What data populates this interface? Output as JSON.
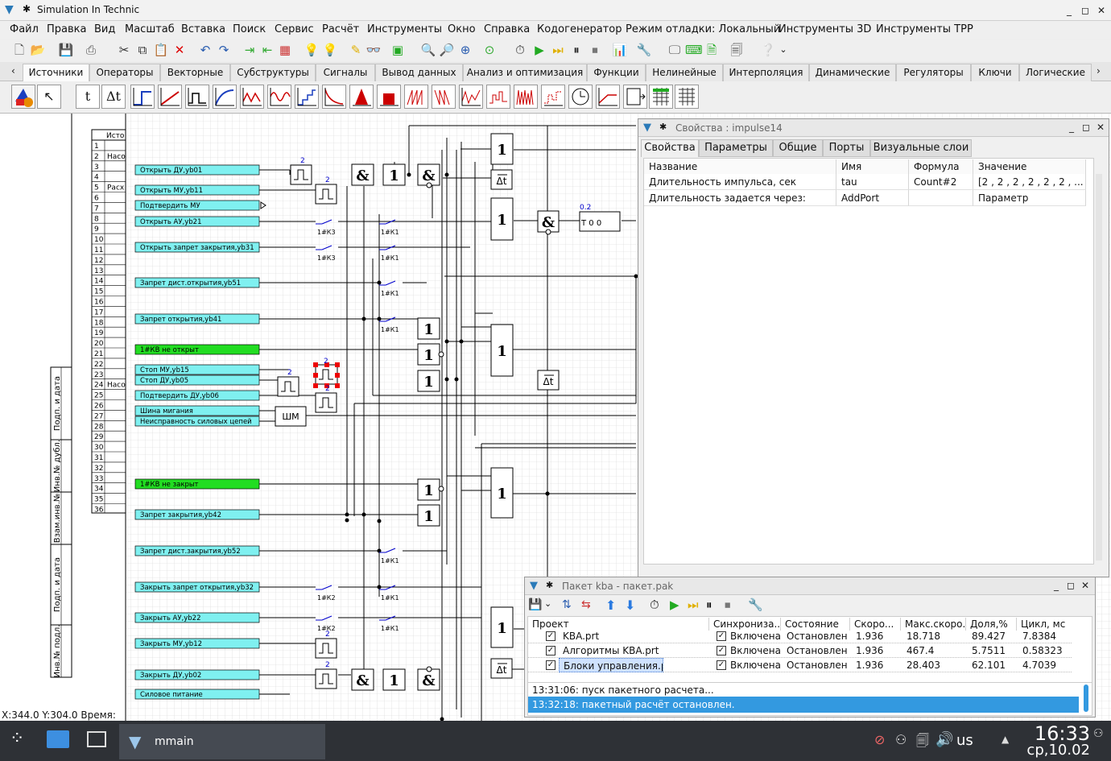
{
  "window": {
    "title": "Simulation In Technic"
  },
  "menu": [
    "Файл",
    "Правка",
    "Вид",
    "Масштаб",
    "Вставка",
    "Поиск",
    "Сервис",
    "Расчёт",
    "Инструменты",
    "Окно",
    "Справка",
    "Кодогенератор",
    "Режим отладки: Локальный",
    "Инструменты 3D",
    "Инструменты ТРР"
  ],
  "tabs": [
    "Источники",
    "Операторы",
    "Векторные",
    "Субструктуры",
    "Сигналы",
    "Вывод данных",
    "Анализ и оптимизация",
    "Функции",
    "Нелинейные",
    "Интерполяция",
    "Динамические",
    "Регуляторы",
    "Ключи",
    "Логические"
  ],
  "palette": {
    "t_label": "t",
    "dt_label": "Δt"
  },
  "schematic": {
    "row_numbers": [
      "1",
      "2",
      "3",
      "4",
      "5",
      "6",
      "7",
      "8",
      "9",
      "10",
      "11",
      "12",
      "13",
      "14",
      "15",
      "16",
      "17",
      "18",
      "19",
      "20",
      "21",
      "22",
      "23",
      "24",
      "25",
      "26",
      "27",
      "28",
      "29",
      "30",
      "31",
      "32",
      "33",
      "34",
      "35",
      "36"
    ],
    "header_text": "Исто",
    "row2_text": "Насо",
    "row5_text": "Расх",
    "row24_text": "Насо",
    "side_labels": [
      "Подп. и дата",
      "Инв.№ дубл.",
      "Взам.инв.№",
      "Подп. и дата",
      "Инв.№ подл."
    ],
    "signals": [
      {
        "text": "Открыть ДУ,уb01",
        "color": "#7ff0f0"
      },
      {
        "text": "Открыть МУ,уb11",
        "color": "#7ff0f0"
      },
      {
        "text": "Подтвердить МУ",
        "color": "#7ff0f0"
      },
      {
        "text": "Открыть АУ,уb21",
        "color": "#7ff0f0"
      },
      {
        "text": "Открыть запрет закрытия,уb31",
        "color": "#7ff0f0"
      },
      {
        "text": "Запрет дист.открытия,уb51",
        "color": "#7ff0f0"
      },
      {
        "text": "Запрет открытия,уb41",
        "color": "#7ff0f0"
      },
      {
        "text": "1#КВ не открыт",
        "color": "#22dd22"
      },
      {
        "text": "Стоп МУ,уb15",
        "color": "#7ff0f0"
      },
      {
        "text": "Стоп ДУ,уb05",
        "color": "#7ff0f0"
      },
      {
        "text": "Подтвердить ДУ,уb06",
        "color": "#7ff0f0"
      },
      {
        "text": "Шина мигания",
        "color": "#7ff0f0"
      },
      {
        "text": "Неисправность силовых цепей",
        "color": "#7ff0f0"
      },
      {
        "text": "1#КВ не закрыт",
        "color": "#22dd22"
      },
      {
        "text": "Запрет закрытия,уb42",
        "color": "#7ff0f0"
      },
      {
        "text": "Запрет дист.закрытия,уb52",
        "color": "#7ff0f0"
      },
      {
        "text": "Закрыть запрет открытия,уb32",
        "color": "#7ff0f0"
      },
      {
        "text": "Закрыть АУ,уb22",
        "color": "#7ff0f0"
      },
      {
        "text": "Закрыть МУ,уb12",
        "color": "#7ff0f0"
      },
      {
        "text": "Закрыть ДУ,уb02",
        "color": "#7ff0f0"
      },
      {
        "text": "Силовое питание",
        "color": "#7ff0f0"
      }
    ],
    "and_symbol": "&",
    "or_symbol": "1",
    "delay_label": "Δt",
    "shm_label": "ШМ",
    "contact_k3": "1#К3",
    "contact_k1": "1#К1",
    "contact_k2": "1#К2",
    "impulse_value": "2",
    "timer_value": "0.2",
    "timer_text": "Т 0 0"
  },
  "coords_text": "X:344.0  Y:304.0 Время:",
  "props": {
    "title": "Свойства : impulse14",
    "tabs": [
      "Свойства",
      "Параметры",
      "Общие",
      "Порты",
      "Визуальные слои"
    ],
    "headers": [
      "Название",
      "Имя",
      "Формула",
      "Значение"
    ],
    "rows": [
      [
        "Длительность импульса, сек",
        "tau",
        "Count#2",
        "[2 , 2 , 2 , 2 , 2 , 2 , ..."
      ],
      [
        "Длительность задается через:",
        "AddPort",
        "",
        "Параметр"
      ]
    ]
  },
  "pkg": {
    "title": "Пакет kba - пакет.pak",
    "headers": [
      "Проект",
      "Синхрониза...",
      "Состояние",
      "Скоро...",
      "Макс.скоро...",
      "Доля,%",
      "Цикл, мс"
    ],
    "rows": [
      {
        "name": "KBA.prt",
        "sync": "Включена",
        "state": "Остановлен",
        "speed": "1.936",
        "maxspeed": "18.718",
        "share": "89.427",
        "cycle": "7.8384"
      },
      {
        "name": "Алгоритмы KBA.prt",
        "sync": "Включена",
        "state": "Остановлен",
        "speed": "1.936",
        "maxspeed": "467.4",
        "share": "5.7511",
        "cycle": "0.58323"
      },
      {
        "name": "Блоки управления.prt",
        "sync": "Включена",
        "state": "Остановлен",
        "speed": "1.936",
        "maxspeed": "28.403",
        "share": "62.101",
        "cycle": "4.7039"
      }
    ],
    "log": [
      "13:31:06: пуск пакетного расчета...",
      "13:32:18: пакетный расчёт остановлен."
    ]
  },
  "taskbar": {
    "app": "mmain",
    "lang": "us",
    "time": "16:33",
    "date": "ср,10.02"
  }
}
